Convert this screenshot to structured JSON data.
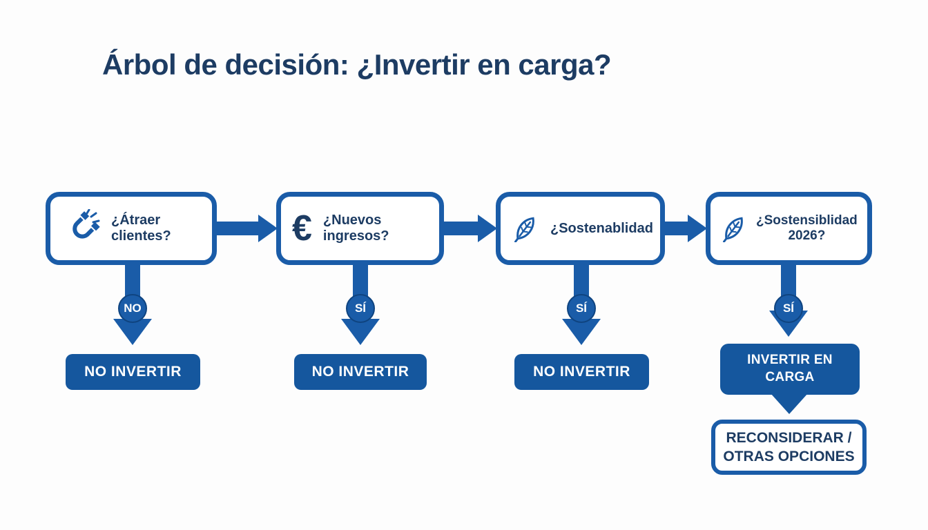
{
  "title": "Árbol de decisión: ¿Invertir en carga?",
  "colors": {
    "primary_blue": "#1A5CA8",
    "outcome_fill_blue": "#15579E",
    "heading_navy": "#1D3C63",
    "badge_ring": "#0F4480",
    "background": "#FDFDFD",
    "outcome_text": "#FFFFFF"
  },
  "nodes": [
    {
      "icon": "magnet-icon",
      "lines": [
        "¿Átraer",
        "clientes?"
      ],
      "answer": "NO",
      "outcome_lines": [
        "NO INVERTIR"
      ]
    },
    {
      "icon": "euro-icon",
      "euro_glyph": "€",
      "lines": [
        "¿Nuevos",
        "ingresos?"
      ],
      "answer": "SÍ",
      "outcome_lines": [
        "NO INVERTIR"
      ]
    },
    {
      "icon": "leaf-icon",
      "lines": [
        "¿Sostenablidad"
      ],
      "answer": "SÍ",
      "outcome_lines": [
        "NO INVERTIR"
      ]
    },
    {
      "icon": "leaf-icon",
      "lines": [
        "¿Sostensiblidad",
        "2026?"
      ],
      "answer": "SÍ",
      "outcome_lines": [
        "INVERTIR EN",
        "CARGA"
      ],
      "secondary_outcome_lines": [
        "RECONSIDERAR /",
        "OTRAS OPCIONES"
      ]
    }
  ]
}
